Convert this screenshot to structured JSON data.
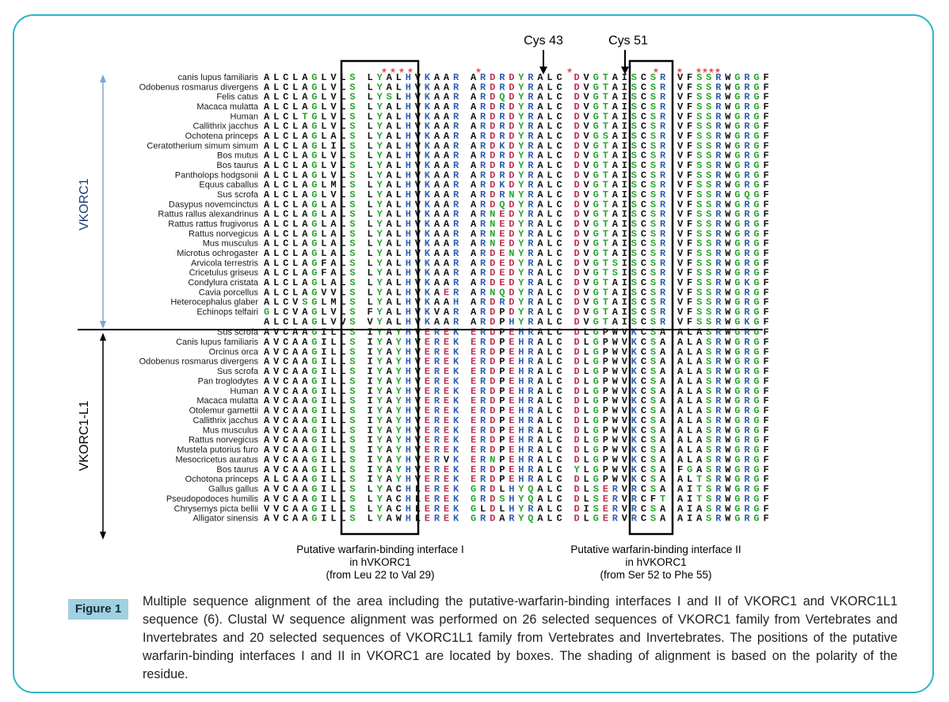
{
  "figure": {
    "label": "Figure 1",
    "caption": "Multiple sequence alignment of the area including the putative-warfarin-binding interfaces I and II of VKORC1 and VKORC1L1 sequence (6). Clustal W sequence alignment was performed on 26 selected sequences of VKORC1 family from Vertebrates and Invertebrates and 20 selected sequences of VKORC1L1 family from Vertebrates and Invertebrates. The positions of the putative warfarin-binding interfaces I and II in VKORC1 are located by boxes. The shading of alignment is based on the polarity of the residue."
  },
  "markers": {
    "cys43": "Cys 43",
    "cys51": "Cys 51",
    "asterisk": "*"
  },
  "group_labels": {
    "vkorc1": "VKORC1",
    "vkorc1l1": "VKORC1-L1"
  },
  "interfaces": {
    "one": [
      "Putative warfarin-binding interface  I",
      "in hVKORC1",
      "(from Leu 22 to Val 29)"
    ],
    "two": [
      "Putative warfarin-binding interface  II",
      "in hVKORC1",
      "(from Ser 52 to Phe 55)"
    ]
  },
  "alignment": {
    "vkorc1": [
      {
        "species": "canis lupus familiaris",
        "seq": "ALCLAGLVLS LYALHVKAAR ARDRDYRALC DVGTAISCSR VFSSRWGRGF"
      },
      {
        "species": "Odobenus rosmarus divergens",
        "seq": "ALCLAGLVLS LYALHVKAAR ARDRDYRALC DVGTAISCSR VFSSRWGRGF"
      },
      {
        "species": "Felis catus",
        "seq": "ALCLAGLVLS LYSLHVKAAR ARDQDYRALC DVGTAISCSR VFSSRWGRGF"
      },
      {
        "species": "Macaca mulatta",
        "seq": "ALCLAGLVLS LYALHVKAAR ARDRDYRALC DVGTAISCSR VFSSRWGRGF"
      },
      {
        "species": "Human",
        "seq": "ALCLTGLVLS LYALHVKAAR ARDRDYRALC DVGTAISCSR VFSSRWGRGF"
      },
      {
        "species": "Callithrix jacchus",
        "seq": "ALCLAGLVLS LYALHVKAAR ARDRDYRALC DVGTAISCSR VFSSRWGRGF"
      },
      {
        "species": "Ochotena princeps",
        "seq": "ALCLAGLALS LYALHVKAAR ARDRDYRALC DVGSAISCSR VFSSRWGRGF"
      },
      {
        "species": "Ceratotherium simum simum",
        "seq": "ALCLAGLILS LYALHVKAAR ARDKDYRALC DVGTAISCSR VFSSRWGRGF"
      },
      {
        "species": "Bos mutus",
        "seq": "ALCLAGLVLS LYALHVKAAR ARDRDYRALC DVGTAISCSR VFSSRWGRGF"
      },
      {
        "species": "Bos taurus",
        "seq": "ALCLAGLVLS LYALHVKAAR ARDRDYRALC DVGTAISCSR VFSSRWGRGF"
      },
      {
        "species": "Pantholops hodgsonii",
        "seq": "ALCLAGLVLS LYALHVKAAR ARDRDYRALC DVGTAISCSR VFSSRWGRGF"
      },
      {
        "species": "Equus caballus",
        "seq": "ALCLAGLMLS LYALHVKAAR ARDKDYRALC DVGTAISCSR VFSSRWGRGF"
      },
      {
        "species": "Sus scrofa",
        "seq": "ALCLAGLVLS LYALHVKAAR ARDRNYRALC DVGTAISCSR VFSSRWGQGF"
      },
      {
        "species": "Dasypus novemcinctus",
        "seq": "ALCLAGLALS LYALHVKAAR ARDQDYRALC DVGTAISCSR VFSSRWGRGF"
      },
      {
        "species": "Rattus rallus alexandrinus",
        "seq": "ALCLAGLALS LYALHVKAAR ARNEDYRALC DVGTAISCSR VFSSRWGRGF"
      },
      {
        "species": "Rattus rattus frugivorus",
        "seq": "ALCLAGLALS LYALHVKAAR ARNEDYRALC DVGTAISCSR VFSSRWGRGF"
      },
      {
        "species": "Rattus norvegicus",
        "seq": "ALCLAGLALS LYALHVKAAR ARNEDYRALC DVGTAISCSR VFSSRWGRGF"
      },
      {
        "species": "Mus musculus",
        "seq": "ALCLAGLALS LYALHVKAAR ARNEDYRALC DVGTAISCSR VFSSRWGRGF"
      },
      {
        "species": "Microtus ochrogaster",
        "seq": "ALCLAGLALS LYALHVKAAR ARDENYRALC DVGTAISCSR VFSSRWGRGF"
      },
      {
        "species": "Arvicola terrestris",
        "seq": "ALCLAGFALS LYALHVKAAR ARDEDYRALC DVGTSISCSR VFSSRWGRGF"
      },
      {
        "species": "Cricetulus griseus",
        "seq": "ALCLAGFALS LYALHVKAAR ARDEDYRALC DVGTSISCSR VFSSRWGRGF"
      },
      {
        "species": "Condylura cristata",
        "seq": "ALCLAGLALS LYALHVKAAR ARDEDYRALC DVGTAISCSR VFSSRWGKGF"
      },
      {
        "species": "Cavia porcellus",
        "seq": "ALCLAGVVLS LYALHVKAER ARNQDYRALC DVGTAISCSR VFSSRWGRGF"
      },
      {
        "species": "Heterocephalus glaber",
        "seq": "ALCVSGLMLS LYALHVKAAH ARDRDYRALC DVGTAISCSR VFSSRWGRGF"
      },
      {
        "species": "Echinops telfairi",
        "seq": "GLCVAGLVLS FYALHVKVAR ARDPDYRALC DVGTAISCSR VFSSRWGRGF"
      },
      {
        "species": "",
        "seq": "ALCLAGLVVS VYALHVKAAR ARDPHYRALC DVGTAISCSR VFSSRWGKGF"
      }
    ],
    "vkorc1l1": [
      {
        "species": "Sus scrofa",
        "seq": "AVCAAGILLS IYAYHVEREK ERDPEHRALC DLGPWVKCSA ALASRWGRGF"
      },
      {
        "species": "Canis lupus familiaris",
        "seq": "AVCAAGILLS IYAYHVEREK ERDPEHRALC DLGPWVKCSA ALASRWGRGF"
      },
      {
        "species": "Orcinus orca",
        "seq": "AVCAAGILLS IYAYHVEREK ERDPEHRALC DLGPWVKCSA ALASRWGRGF"
      },
      {
        "species": "Odobenus rosmarus divergens",
        "seq": "AVCAAGILLS IYAYHVEREK ERDPEHRALC DLGPWVKCSA ALASRWGRGF"
      },
      {
        "species": "Sus scrofa",
        "seq": "AVCAAGILLS IYAYHVEREK ERDPEHRALC DLGPWVKCSA ALASRWGRGF"
      },
      {
        "species": "Pan troglodytes",
        "seq": "AVCAAGILLS IYAYHVEREK ERDPEHRALC DLGPWVKCSA ALASRWGRGF"
      },
      {
        "species": "Human",
        "seq": "AVCAAGILLS IYAYHVEREK ERDPEHRALC DLGPWVKCSA ALASRWGRGF"
      },
      {
        "species": "Macaca mulatta",
        "seq": "AVCAAGILLS IYAYHVEREK ERDPEHRALC DLGPWVKCSA ALASRWGRGF"
      },
      {
        "species": "Otolemur garnettii",
        "seq": "AVCAAGILLS IYAYHVEREK ERDPEHRALC DLGPWVKCSA ALASRWGRGF"
      },
      {
        "species": "Callithrix jacchus",
        "seq": "AVCAAGILLS IYAYHVEREK ERDPEHRALC DLGPWVKCSA ALASRWGRGF"
      },
      {
        "species": "Mus musculus",
        "seq": "AVCAAGILLS IYAYHVEREK ERDPEHRALC DLGPWVKCSA ALASRWGRGF"
      },
      {
        "species": "Rattus norvegicus",
        "seq": "AVCAAGILLS IYAYHVEREK ERDPEHRALC DLGPWVKCSA ALASRWGRGF"
      },
      {
        "species": "Mustela putorius furo",
        "seq": "AVCAAGILLS IYAYHVEREK ERDPEHRALC DLGPWVKCSA ALASRWGRGF"
      },
      {
        "species": "Mesocricetus auratus",
        "seq": "AVCAAGILLS IYAYHVERVK ERNPEHRALC DLGPWVKCSA ALASRWGRGF"
      },
      {
        "species": "Bos taurus",
        "seq": "AVCAAGILLS IYAYHVEREK ERDPEHRALC YLGPWVKCSA FGASRWGRGF"
      },
      {
        "species": "Ochotona princeps",
        "seq": "ALCAAGILLS IYAYHVEREK ERDPEHRALC DLGPWVKCSA ALTSRWGRGF"
      },
      {
        "species": "Gallus gallus",
        "seq": "AVCAAGILLS LYACHLEREK GRDLHYQALC DLSERVRCSA AITSRWGRGF"
      },
      {
        "species": "Pseudopodoces humilis",
        "seq": "AVCAAGILLS LYACHLEREK GRDSHYQALC DLSERVRCFT AITSRWGRGF"
      },
      {
        "species": "Chrysemys picta bellii",
        "seq": "VVCAAGILLS LYACHLEREK GLDLHYRALC DISERVRCSA AIASRWGRGF"
      },
      {
        "species": "Alligator sinensis",
        "seq": "AVCAAGILLS LYAWHLEREK GRDARYQALC DLGERVRCSA AIASRWGRGF"
      }
    ]
  },
  "colors": {
    "frame": "#2db4c4",
    "figure_label_bg": "#9fd1e1",
    "vkorc1_arrow": "#7aa5d8",
    "hydrophobic": "#111111",
    "polar": "#27a52d",
    "basic": "#2f5fb0",
    "acidic": "#c0304f",
    "asterisk": "#e02020"
  }
}
